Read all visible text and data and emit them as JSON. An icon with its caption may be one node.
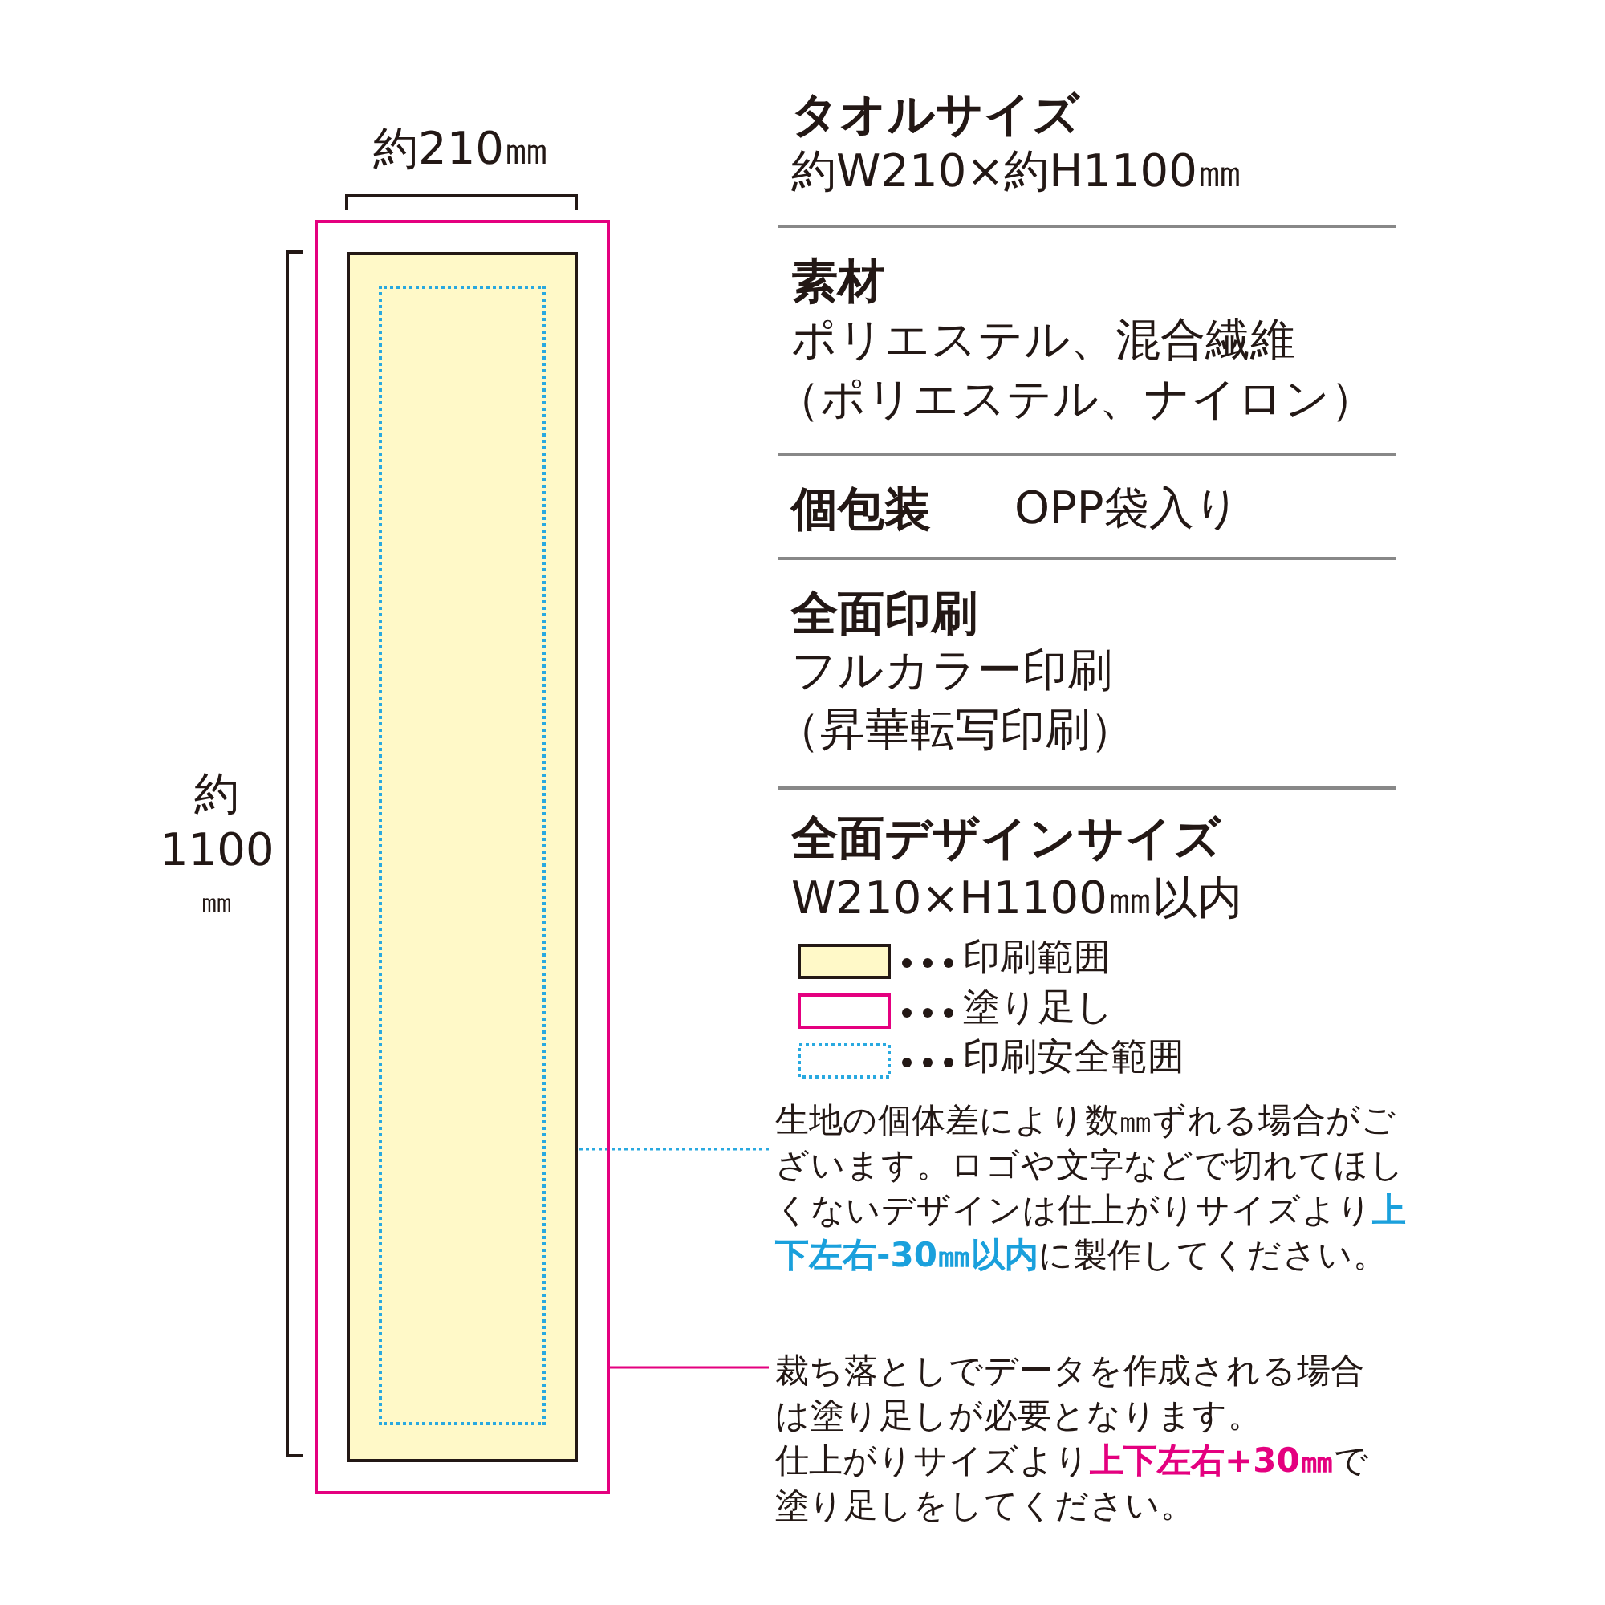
{
  "diagram": {
    "nodes": [
      {
        "text": [],
        "shape": "box"
      },
      {
        "text": [],
        "shape": "box",
        "in": 0
      },
      {
        "text": [],
        "shape": "box",
        "in": 1
      },
      {
        "text": [
          "生地の個体差により数㎜ずれる場合がございます。ロゴや文字などで切れてほしくないデザインは仕上がりサイズより**上下左右-30㎜以内**に製作してください。"
        ]
      },
      {
        "text": [
          "裁ち落としでデータを作成される場合は塗り足しが必要となります。",
          "仕上がりサイズより**上下左右+30㎜**で塗り足しをしてください。"
        ]
      }
    ],
    "edges": [
      {
        "from": 3,
        "to": 2,
        "arrow": "none",
        "style": "dashed",
        "color": "#29a9e0"
      },
      {
        "from": 4,
        "to": 0,
        "arrow": "none",
        "color": "#e4007f"
      }
    ],
    "labels": [
      "約210㎜",
      "約",
      "1100",
      "㎜",
      "タオルサイズ",
      "約W210×約H1100㎜",
      "素材",
      "ポリエステル、混合繊維",
      "（ポリエステル、ナイロン）",
      "個包装",
      "OPP袋入り",
      "全面印刷",
      "フルカラー印刷",
      "（昇華転写印刷）",
      "全面デザインサイズ",
      "W210×H1100㎜以内"
    ],
    "legend": [
      {
        "text": "印刷範囲",
        "color": "#fff9c8"
      },
      {
        "text": "塗り足し"
      },
      {
        "text": "印刷安全範囲"
      }
    ]
  }
}
